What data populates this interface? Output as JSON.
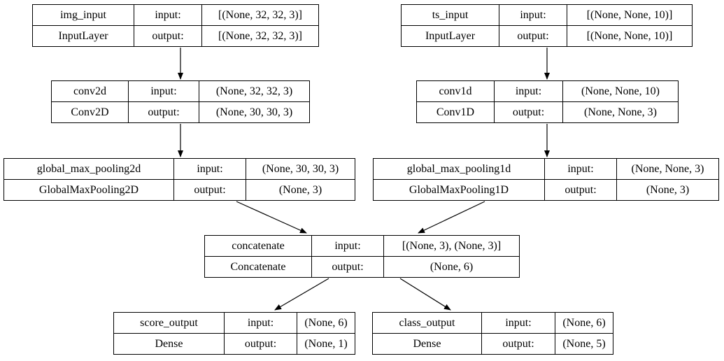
{
  "diagram": {
    "labels": {
      "input": "input:",
      "output": "output:"
    },
    "colors": {
      "border": "#000000",
      "text": "#000000",
      "background": "#ffffff"
    },
    "nodes": [
      {
        "name": "img_input",
        "layer_type": "InputLayer",
        "input_shape": "[(None, 32, 32, 3)]",
        "output_shape": "[(None, 32, 32, 3)]"
      },
      {
        "name": "ts_input",
        "layer_type": "InputLayer",
        "input_shape": "[(None, None, 10)]",
        "output_shape": "[(None, None, 10)]"
      },
      {
        "name": "conv2d",
        "layer_type": "Conv2D",
        "input_shape": "(None, 32, 32, 3)",
        "output_shape": "(None, 30, 30, 3)"
      },
      {
        "name": "conv1d",
        "layer_type": "Conv1D",
        "input_shape": "(None, None, 10)",
        "output_shape": "(None, None, 3)"
      },
      {
        "name": "global_max_pooling2d",
        "layer_type": "GlobalMaxPooling2D",
        "input_shape": "(None, 30, 30, 3)",
        "output_shape": "(None, 3)"
      },
      {
        "name": "global_max_pooling1d",
        "layer_type": "GlobalMaxPooling1D",
        "input_shape": "(None, None, 3)",
        "output_shape": "(None, 3)"
      },
      {
        "name": "concatenate",
        "layer_type": "Concatenate",
        "input_shape": "[(None, 3), (None, 3)]",
        "output_shape": "(None, 6)"
      },
      {
        "name": "score_output",
        "layer_type": "Dense",
        "input_shape": "(None, 6)",
        "output_shape": "(None, 1)"
      },
      {
        "name": "class_output",
        "layer_type": "Dense",
        "input_shape": "(None, 6)",
        "output_shape": "(None, 5)"
      }
    ],
    "edges": [
      {
        "from": "img_input",
        "to": "conv2d"
      },
      {
        "from": "ts_input",
        "to": "conv1d"
      },
      {
        "from": "conv2d",
        "to": "global_max_pooling2d"
      },
      {
        "from": "conv1d",
        "to": "global_max_pooling1d"
      },
      {
        "from": "global_max_pooling2d",
        "to": "concatenate"
      },
      {
        "from": "global_max_pooling1d",
        "to": "concatenate"
      },
      {
        "from": "concatenate",
        "to": "score_output"
      },
      {
        "from": "concatenate",
        "to": "class_output"
      }
    ]
  }
}
